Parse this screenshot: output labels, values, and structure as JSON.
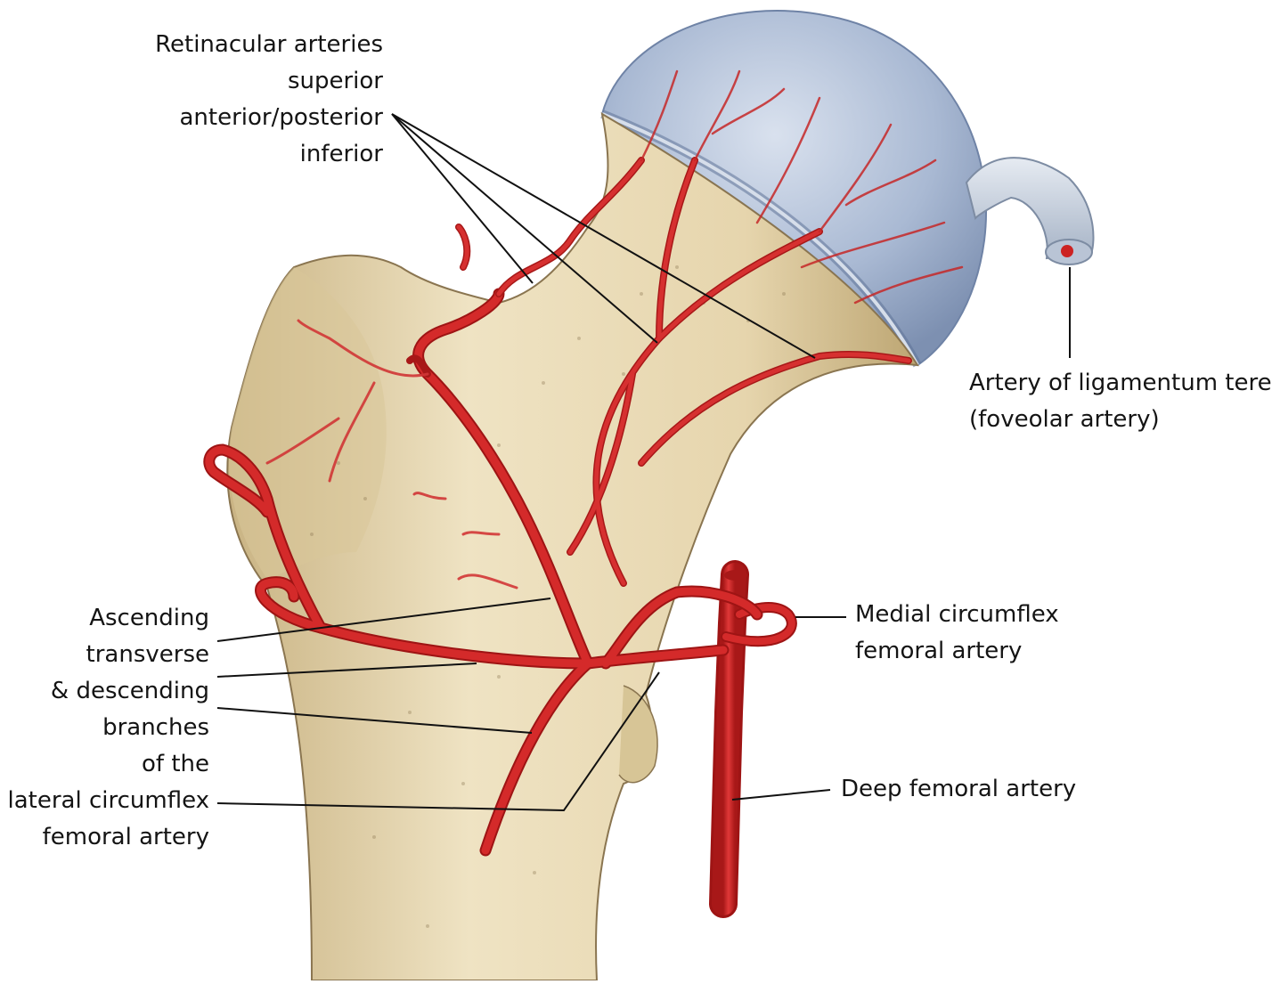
{
  "labels": {
    "retinacular": [
      "Retinacular arteries",
      "superior",
      "anterior/posterior",
      "inferior"
    ],
    "ligamentum": [
      "Artery of ligamentum teres",
      "(foveolar artery)"
    ],
    "medial": [
      "Medial circumflex",
      "femoral artery"
    ],
    "deep": [
      "Deep femoral artery"
    ],
    "lateral": [
      "Ascending",
      "transverse",
      "& descending",
      "branches",
      "of the",
      "lateral circumflex",
      "femoral artery"
    ]
  },
  "colors": {
    "artery": "#d42a2a",
    "artery_dark": "#9e1414",
    "bone": "#e8d9b4",
    "bone_shade": "#bfa874",
    "capsule": "#a9b9d3",
    "capsule_dark": "#6f83a6",
    "ligament": "#c9d2df",
    "leader": "#111111"
  }
}
